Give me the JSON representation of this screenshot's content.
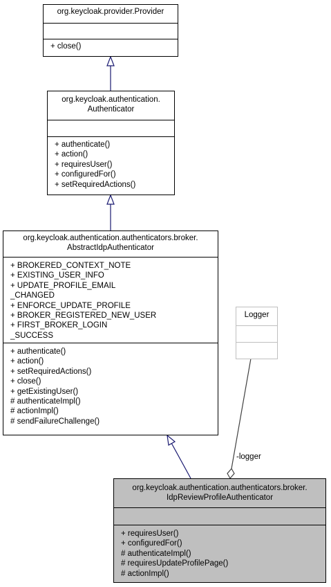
{
  "classes": {
    "provider": {
      "title": [
        "org.keycloak.provider.Provider"
      ],
      "attributes": [],
      "methods": [
        "+ close()"
      ]
    },
    "authenticator": {
      "title": [
        "org.keycloak.authentication.",
        "Authenticator"
      ],
      "attributes": [],
      "methods": [
        "+ authenticate()",
        "+ action()",
        "+ requiresUser()",
        "+ configuredFor()",
        "+ setRequiredActions()"
      ]
    },
    "abstract_idp": {
      "title": [
        "org.keycloak.authentication.authenticators.broker.",
        "AbstractIdpAuthenticator"
      ],
      "attributes": [
        "+ BROKERED_CONTEXT_NOTE",
        "+ EXISTING_USER_INFO",
        "+ UPDATE_PROFILE_EMAIL",
        "_CHANGED",
        "+ ENFORCE_UPDATE_PROFILE",
        "+ BROKER_REGISTERED_NEW_USER",
        "+ FIRST_BROKER_LOGIN",
        "_SUCCESS"
      ],
      "methods": [
        "+ authenticate()",
        "+ action()",
        "+ setRequiredActions()",
        "+ close()",
        "+ getExistingUser()",
        "# authenticateImpl()",
        "# actionImpl()",
        "# sendFailureChallenge()"
      ]
    },
    "logger": {
      "title": [
        "Logger"
      ],
      "attributes": [],
      "methods": []
    },
    "idp_review": {
      "title": [
        "org.keycloak.authentication.authenticators.broker.",
        "IdpReviewProfileAuthenticator"
      ],
      "attributes": [],
      "methods": [
        "+ requiresUser()",
        "+ configuredFor()",
        "# authenticateImpl()",
        "# requiresUpdateProfilePage()",
        "# actionImpl()"
      ]
    }
  },
  "relations": {
    "logger_label": "-logger"
  },
  "colors": {
    "edge": "#191970",
    "logger_edge": "#404040",
    "highlight_fill": "#bfbfbf",
    "logger_border": "#bfbfbf"
  }
}
